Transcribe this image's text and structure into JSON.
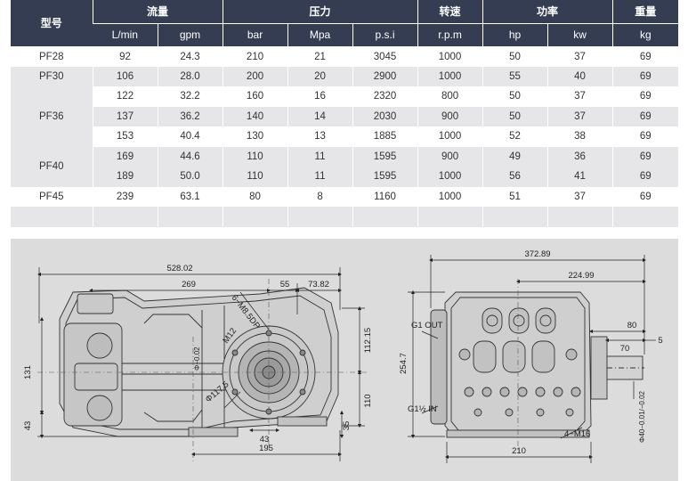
{
  "table": {
    "group_headers": {
      "model": "型号",
      "flow": "流量",
      "pressure": "压力",
      "speed": "转速",
      "power": "功率",
      "weight": "重量"
    },
    "unit_headers": [
      "L/min",
      "gpm",
      "bar",
      "Mpa",
      "p.s.i",
      "r.p.m",
      "hp",
      "kw",
      "kg"
    ],
    "rows": [
      {
        "model": "PF28",
        "vals": [
          "92",
          "24.3",
          "210",
          "21",
          "3045",
          "1000",
          "50",
          "37",
          "69"
        ]
      },
      {
        "model": "PF30",
        "vals": [
          "106",
          "28.0",
          "200",
          "20",
          "2900",
          "1000",
          "55",
          "40",
          "69"
        ]
      },
      {
        "model": "PF36",
        "vals": [
          "122",
          "32.2",
          "160",
          "16",
          "2320",
          "800",
          "50",
          "37",
          "69"
        ]
      },
      {
        "model": "",
        "vals": [
          "137",
          "36.2",
          "140",
          "14",
          "2030",
          "900",
          "50",
          "37",
          "69"
        ]
      },
      {
        "model": "",
        "vals": [
          "153",
          "40.4",
          "130",
          "13",
          "1885",
          "1000",
          "52",
          "38",
          "69"
        ]
      },
      {
        "model": "PF40",
        "vals": [
          "169",
          "44.6",
          "110",
          "11",
          "1595",
          "900",
          "49",
          "36",
          "69"
        ]
      },
      {
        "model": "",
        "vals": [
          "189",
          "50.0",
          "110",
          "11",
          "1595",
          "1000",
          "56",
          "41",
          "69"
        ]
      },
      {
        "model": "PF45",
        "vals": [
          "239",
          "63.1",
          "80",
          "8",
          "1160",
          "1000",
          "51",
          "37",
          "69"
        ]
      }
    ]
  },
  "drawing": {
    "side_view": {
      "dim_total_length": "528.02",
      "dim_269": "269",
      "dim_55": "55",
      "dim_73_82": "73.82",
      "thread_label": "6−M8.5DP",
      "thread_m12": "M12",
      "bore_tolerance": "Φ−0.02",
      "bore_diameter": "Φ117.5",
      "dim_131": "131",
      "dim_43_left": "43",
      "dim_112_15": "112.15",
      "dim_110": "110",
      "dim_35": "35",
      "dim_43_bottom": "43",
      "dim_195": "195"
    },
    "end_view": {
      "dim_372_89": "372.89",
      "dim_224_99": "224.99",
      "dim_80": "80",
      "dim_70": "70",
      "dim_5": "5",
      "dim_254_7": "254.7",
      "label_outlet": "G1 OUT",
      "label_inlet": "G1½ IN",
      "shaft_diameter": "Φ40−0.01/−0.02",
      "foot_bolts": "4−M16",
      "dim_210": "210"
    }
  }
}
